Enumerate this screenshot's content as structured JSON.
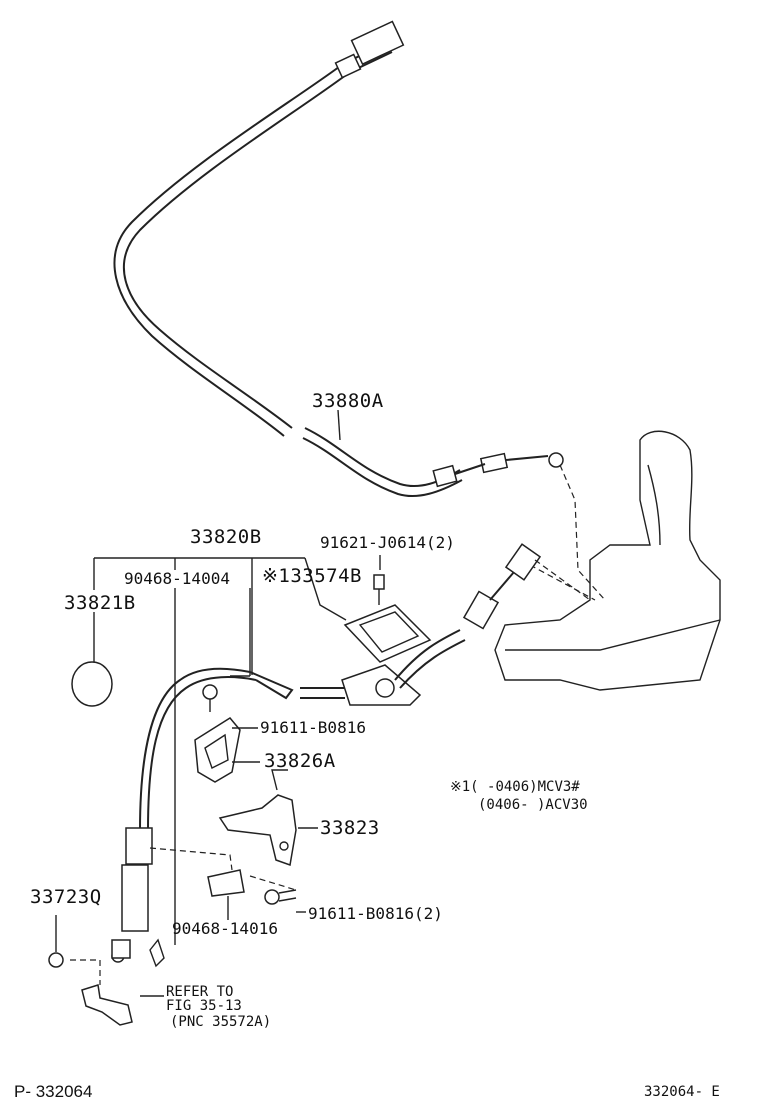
{
  "parts": {
    "cable_upper": "33880A",
    "cable_assy": "33820B",
    "clip_bolt": "90468-14004",
    "cover": "33821B",
    "grommet_bolt": "91621-J0614(2)",
    "retainer": "※133574B",
    "bolt_a": "91611-B0816",
    "bracket": "33826A",
    "plate": "33823",
    "nut": "33723Q",
    "clip_lower": "90468-14016",
    "bolt_b": "91611-B0816(2)"
  },
  "note": {
    "line1": "※1(      -0406)MCV3#",
    "line2": "(0406-      )ACV30"
  },
  "refer": {
    "line1": "REFER TO",
    "line2": "FIG 35-13",
    "line3": "(PNC 35572A)"
  },
  "footer": {
    "left": "P- 332064",
    "right": "332064- E"
  }
}
